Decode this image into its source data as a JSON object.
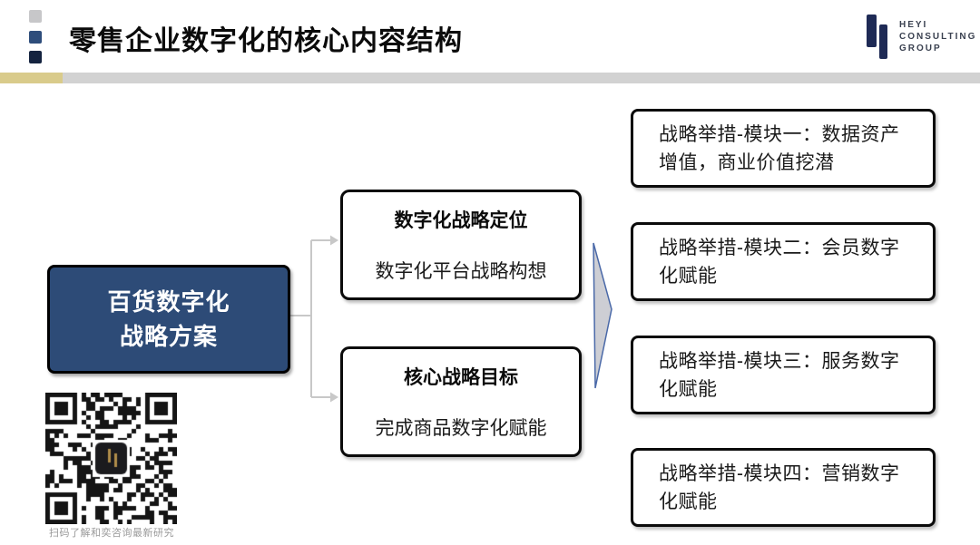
{
  "header": {
    "title": "零售企业数字化的核心内容结构",
    "logo": {
      "line1": "HEYI",
      "line2": "CONSULTING",
      "line3": "GROUP"
    },
    "colors": {
      "square_gray": "#c7c7c9",
      "square_blue": "#2e4d7b",
      "square_navy": "#14233f",
      "accent_gold": "#d9cb8b",
      "bar_gray": "#d2d2d2",
      "logo_navy": "#1e2a55"
    }
  },
  "diagram": {
    "root": {
      "lines": [
        "百货数字化",
        "战略方案"
      ],
      "bg_color": "#2d4b77"
    },
    "pillars": [
      {
        "title": "数字化战略定位",
        "body": "数字化平台战略构想"
      },
      {
        "title": "核心战略目标",
        "body": "完成商品数字化赋能"
      }
    ],
    "modules": [
      {
        "text": "战略举措-模块一：数据资产增值，商业价值挖潜",
        "lines": [
          "战略举措-模块一：数据资产",
          "增值，商业价值挖潜"
        ]
      },
      {
        "text": "战略举措-模块二：会员数字化赋能",
        "lines": [
          "战略举措-模块二：会员数字",
          "化赋能"
        ]
      },
      {
        "text": "战略举措-模块三：服务数字化赋能",
        "lines": [
          "战略举措-模块三：服务数字",
          "化赋能"
        ]
      },
      {
        "text": "战略举措-模块四：营销数字化赋能",
        "lines": [
          "战略举措-模块四：营销数字",
          "化赋能"
        ]
      }
    ],
    "connector_color": "#c8c8c8",
    "arrow_fill": "#cdced4",
    "arrow_stroke": "#4a69a8"
  },
  "footer": {
    "qr_caption": "扫码了解和奕咨询最新研究"
  }
}
